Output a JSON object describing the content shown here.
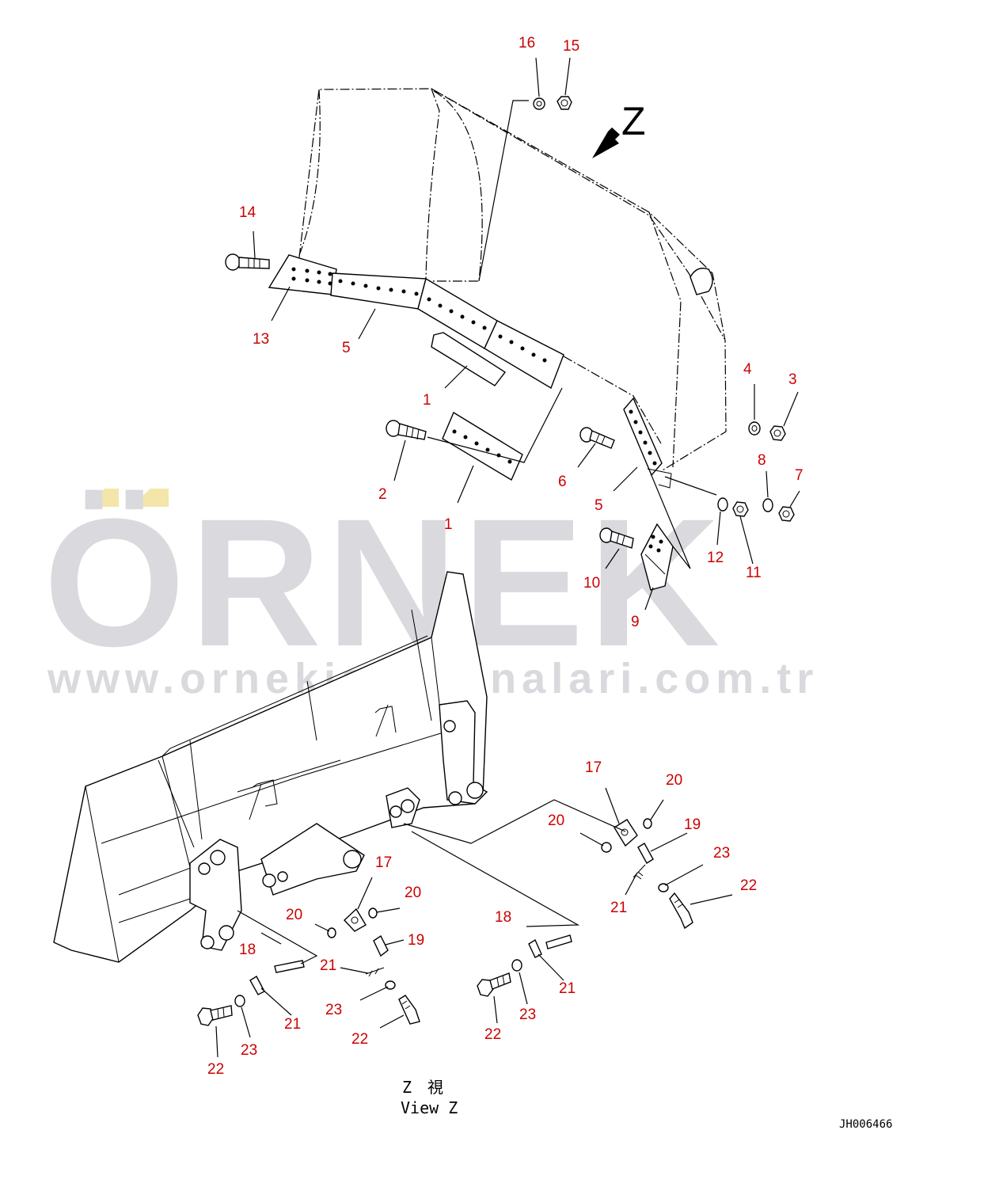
{
  "diagram": {
    "view_label_jp": "Z　視",
    "view_label_en": "View Z",
    "view_arrow_letter": "Z",
    "drawing_code": "JH006466",
    "watermark": {
      "brand": "ÖRNEK",
      "url": "www.ornekismakinalari.com.tr",
      "accent_color": "#f3e6a8",
      "text_color": "#d9d9de"
    },
    "callout_color": "#cc0000",
    "callouts": [
      {
        "id": "c16",
        "text": "16"
      },
      {
        "id": "c15",
        "text": "15"
      },
      {
        "id": "c14",
        "text": "14"
      },
      {
        "id": "c13",
        "text": "13"
      },
      {
        "id": "c5a",
        "text": "5"
      },
      {
        "id": "c1a",
        "text": "1"
      },
      {
        "id": "c2",
        "text": "2"
      },
      {
        "id": "c1b",
        "text": "1"
      },
      {
        "id": "c4",
        "text": "4"
      },
      {
        "id": "c3",
        "text": "3"
      },
      {
        "id": "c8",
        "text": "8"
      },
      {
        "id": "c7",
        "text": "7"
      },
      {
        "id": "c6",
        "text": "6"
      },
      {
        "id": "c5b",
        "text": "5"
      },
      {
        "id": "c12",
        "text": "12"
      },
      {
        "id": "c11",
        "text": "11"
      },
      {
        "id": "c10",
        "text": "10"
      },
      {
        "id": "c9",
        "text": "9"
      },
      {
        "id": "c17a",
        "text": "17"
      },
      {
        "id": "c20a",
        "text": "20"
      },
      {
        "id": "c20b",
        "text": "20"
      },
      {
        "id": "c19a",
        "text": "19"
      },
      {
        "id": "c23a",
        "text": "23"
      },
      {
        "id": "c22a",
        "text": "22"
      },
      {
        "id": "c21a",
        "text": "21"
      },
      {
        "id": "c17b",
        "text": "17"
      },
      {
        "id": "c20c",
        "text": "20"
      },
      {
        "id": "c20d",
        "text": "20"
      },
      {
        "id": "c19b",
        "text": "19"
      },
      {
        "id": "c18a",
        "text": "18"
      },
      {
        "id": "c21b",
        "text": "21"
      },
      {
        "id": "c21c",
        "text": "21"
      },
      {
        "id": "c23b",
        "text": "23"
      },
      {
        "id": "c22b",
        "text": "22"
      },
      {
        "id": "c22c",
        "text": "22"
      },
      {
        "id": "c23c",
        "text": "23"
      },
      {
        "id": "c18b",
        "text": "18"
      },
      {
        "id": "c21d",
        "text": "21"
      },
      {
        "id": "c23d",
        "text": "23"
      },
      {
        "id": "c22d",
        "text": "22"
      }
    ]
  }
}
